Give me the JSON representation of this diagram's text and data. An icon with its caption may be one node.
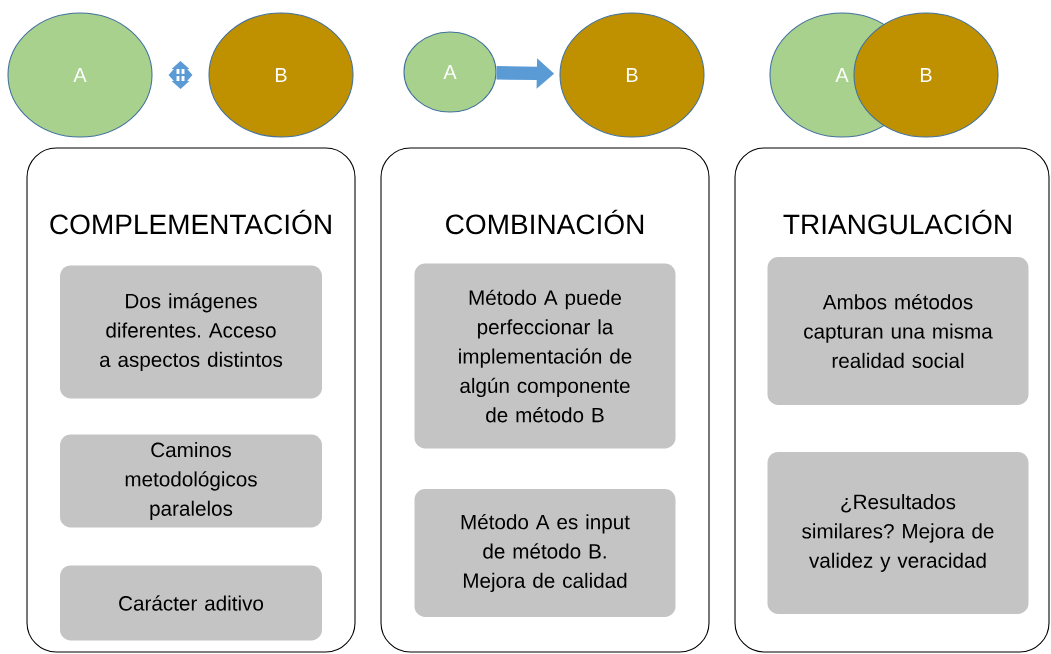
{
  "diagram": {
    "nodes": [
      {
        "text": [
          "A"
        ]
      },
      {
        "text": [
          "B"
        ]
      },
      {
        "text": [
          "A"
        ]
      },
      {
        "text": [
          "B"
        ]
      },
      {
        "text": [
          "A"
        ]
      },
      {
        "text": [
          "B"
        ]
      },
      {
        "text": [
          "COMPLEMENTACIÓN"
        ]
      },
      {
        "text": [
          "Dos imágenes diferentes. Acceso a aspectos distintos"
        ],
        "in": 6
      },
      {
        "text": [
          "Caminos metodológicos paralelos"
        ],
        "in": 6
      },
      {
        "text": [
          "Carácter aditivo"
        ],
        "in": 6
      },
      {
        "text": [
          "COMBINACIÓN"
        ]
      },
      {
        "text": [
          "Método A puede perfeccionar la implementación de algún componente de método B"
        ],
        "in": 10
      },
      {
        "text": [
          "Método A es input de método B. Mejora de calidad"
        ],
        "in": 10
      },
      {
        "text": [
          "TRIANGULACIÓN"
        ]
      },
      {
        "text": [
          "Ambos métodos capturan una misma realidad social"
        ],
        "in": 13
      },
      {
        "text": [
          "¿Resultados similares? Mejora de validez y veracidad"
        ],
        "in": 13
      }
    ],
    "edges": [
      {
        "from": 0,
        "to": 1,
        "arrow": "both"
      },
      {
        "from": 2,
        "to": 3,
        "arrow": "to",
        "style": "thick"
      }
    ]
  }
}
